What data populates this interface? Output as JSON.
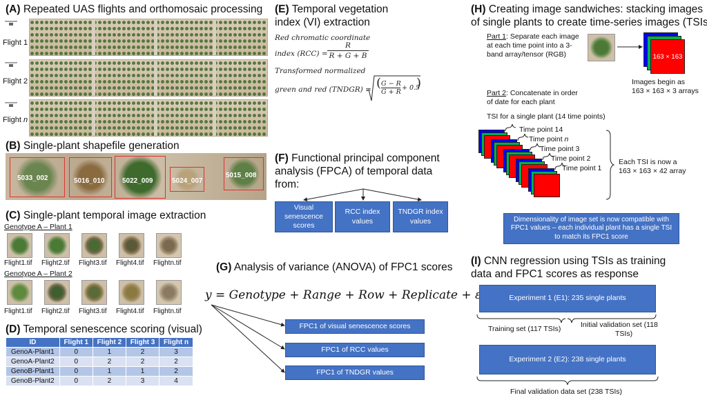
{
  "panelA": {
    "title_letter": "(A)",
    "title": " Repeated UAS flights and orthomosaic processing",
    "flights": [
      "Flight 1",
      "Flight 2",
      "Flight "
    ],
    "flight_n": "n"
  },
  "panelB": {
    "title_letter": "(B)",
    "title": " Single-plant shapefile generation",
    "plots": [
      "5033_002",
      "5016_010",
      "5022_009",
      "5024_007",
      "5015_008"
    ]
  },
  "panelC": {
    "title_letter": "(C)",
    "title": " Single-plant temporal image extraction",
    "groups": [
      {
        "label": "Genotype A – Plant 1",
        "files": [
          "Flight1.tif",
          "Flight2.tif",
          "Flight3.tif",
          "Flight4.tif",
          "Flightn.tif"
        ]
      },
      {
        "label": "Genotype A – Plant 2",
        "files": [
          "Flight1.tif",
          "Flight2.tif",
          "Flight3.tif",
          "Flight4.tif",
          "Flightn.tif"
        ]
      }
    ]
  },
  "panelD": {
    "title_letter": "(D)",
    "title": " Temporal senescence scoring (visual)",
    "headers": [
      "ID",
      "Flight 1",
      "Flight 2",
      "Flight 3",
      "Flight n"
    ],
    "rows": [
      [
        "GenoA-Plant1",
        "0",
        "1",
        "2",
        "3"
      ],
      [
        "GenoA-Plant2",
        "0",
        "2",
        "2",
        "2"
      ],
      [
        "GenoB-Plant1",
        "0",
        "1",
        "1",
        "2"
      ],
      [
        "GenoB-Plant2",
        "0",
        "2",
        "3",
        "4"
      ]
    ]
  },
  "panelE": {
    "title_letter": "(E)",
    "title_line1": " Temporal vegetation",
    "title_line2": "index (VI) extraction",
    "rcc_label1": "Red chromatic coordinate",
    "rcc_label2": "index (RCC) =",
    "rcc_num": "R",
    "rcc_den": "R + G + B",
    "tndgr_label1": "Transformed normalized",
    "tndgr_label2": "green and red (TNDGR) =",
    "tndgr_num": "G − R",
    "tndgr_den": "G + R",
    "tndgr_plus": "+ 0.5"
  },
  "panelF": {
    "title_letter": "(F)",
    "title_line1": " Functional principal component",
    "title_line2": "analysis (FPCA) of temporal data",
    "title_line3": "from:",
    "boxes": [
      "Visual senescence scores",
      "RCC index values",
      "TNDGR index values"
    ]
  },
  "panelG": {
    "title_letter": "(G)",
    "title": " Analysis of variance (ANOVA) of FPC1 scores",
    "equation": "y = Genotype + Range + Row + Replicate + ε",
    "boxes": [
      "FPC1 of visual senescence scores",
      "FPC1 of RCC values",
      "FPC1 of TNDGR values"
    ]
  },
  "panelH": {
    "title_letter": "(H)",
    "title_line1": " Creating image sandwiches: stacking images",
    "title_line2": "of single plants to create time-series images (TSIs)",
    "part1_label": "Part 1",
    "part1_text1": ": Separate each image",
    "part1_text2": "at each time point into a 3-",
    "part1_text3": "band array/tensor (RGB)",
    "array_label": "163 × 163",
    "images_begin1": "Images begin as",
    "images_begin2": "163 × 163 × 3 arrays",
    "part2_label": "Part 2",
    "part2_text1": ": Concatenate in order",
    "part2_text2": "of date for each plant",
    "tsi_caption": "TSI for a single plant (14 time points)",
    "time_points": [
      "Time point 14",
      "Time point ",
      "Time point 3",
      "Time point 2",
      "Time point 1"
    ],
    "time_point_n": "n",
    "each_tsi1": "Each TSI is now a",
    "each_tsi2": "163 × 163 × 42 array",
    "dim_box": "Dimensionality of image set is now compatible with FPC1 values – each individual plant has a single TSI to match its FPC1 score"
  },
  "panelI": {
    "title_letter": "(I)",
    "title_line1": " CNN regression using TSIs as training",
    "title_line2": "data and FPC1 scores as response",
    "exp1": "Experiment 1 (E1): 235 single plants",
    "training": "Training set (117 TSIs)",
    "initial1": "Initial validation set (118",
    "initial2": "TSIs)",
    "exp2": "Experiment 2 (E2): 238 single plants",
    "final": "Final validation data set (238 TSIs)"
  },
  "colors": {
    "accent_blue": "#4472c4",
    "plot_box_red": "#e03030",
    "band_red": "#ff0000",
    "band_green": "#00b050",
    "band_blue": "#0000ff"
  }
}
